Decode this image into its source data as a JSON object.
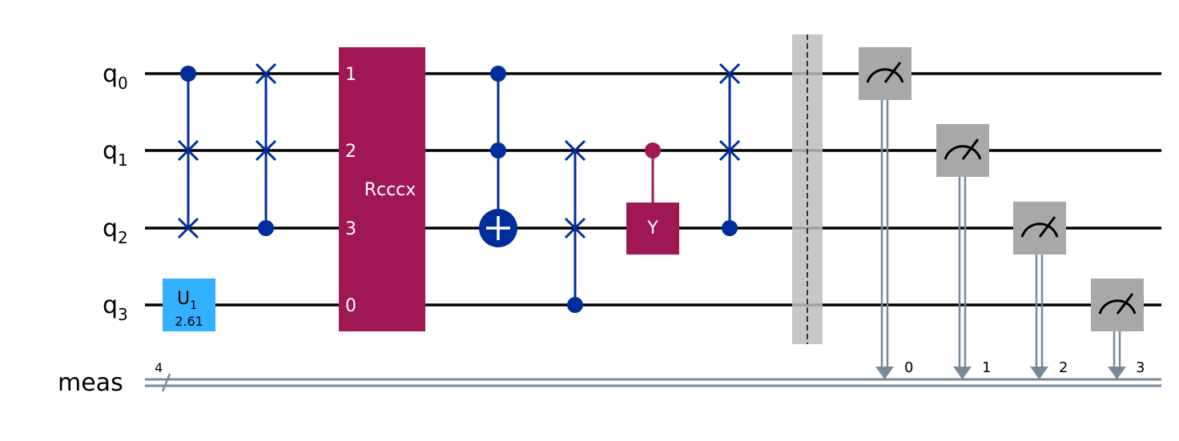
{
  "qubits": [
    {
      "name": "q",
      "index": "0"
    },
    {
      "name": "q",
      "index": "1"
    },
    {
      "name": "q",
      "index": "2"
    },
    {
      "name": "q",
      "index": "3"
    }
  ],
  "classical_register": {
    "name": "meas",
    "width": "4"
  },
  "gates": {
    "u1": {
      "label": "U",
      "sub": "1",
      "param": "2.61"
    },
    "rcccx": {
      "label": "Rcccx",
      "ports": [
        "1",
        "2",
        "3",
        "0"
      ]
    },
    "cy": {
      "label": "Y"
    }
  },
  "measure_bits": [
    "0",
    "1",
    "2",
    "3"
  ],
  "colors": {
    "control": "#002d9c",
    "rcccx": "#9f1853",
    "u1": "#33b1ff",
    "measure": "#a8a8a8",
    "classical_wire": "#778899",
    "barrier": "#bdbdbd"
  }
}
